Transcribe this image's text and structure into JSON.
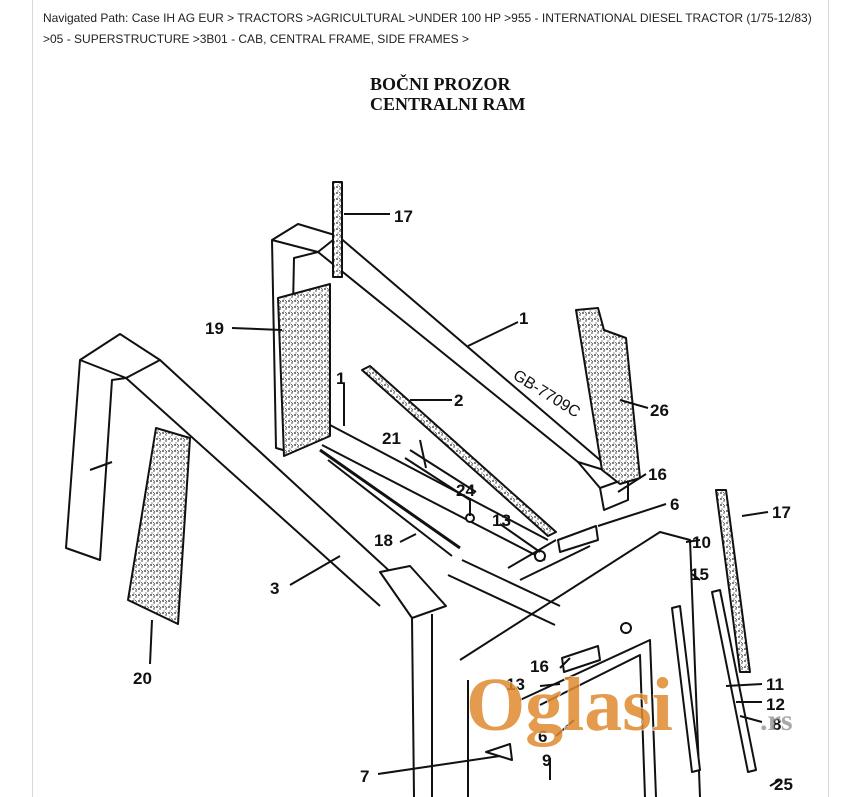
{
  "breadcrumb": {
    "text": "Navigated Path: Case IH AG EUR > TRACTORS >AGRICULTURAL >UNDER 100 HP >955 - INTERNATIONAL DIESEL TRACTOR (1/75-12/83) >05 - SUPERSTRUCTURE >3B01 - CAB, CENTRAL FRAME, SIDE FRAMES >"
  },
  "title": {
    "line1": "BOČNI PROZOR",
    "line2": "CENTRALNI RAM"
  },
  "diagram": {
    "drawing_code": "GB-7709C",
    "callouts": {
      "c17a": "17",
      "c19": "19",
      "c1a": "1",
      "c1b": "1",
      "c2": "2",
      "c26": "26",
      "c16a": "16",
      "c6a": "6",
      "c21": "21",
      "c24": "24",
      "c13a": "13",
      "c18": "18",
      "c17b": "17",
      "c10": "10",
      "c15": "15",
      "c3": "3",
      "c20": "20",
      "c16b": "16",
      "c11": "11",
      "c13b": "13",
      "c12": "12",
      "c8": "8",
      "c6b": "6",
      "c9": "9",
      "c7": "7",
      "c25": "25"
    }
  },
  "watermark": {
    "brand": "Oglasi",
    "tld": ".rs",
    "color": "#e08a2e"
  }
}
